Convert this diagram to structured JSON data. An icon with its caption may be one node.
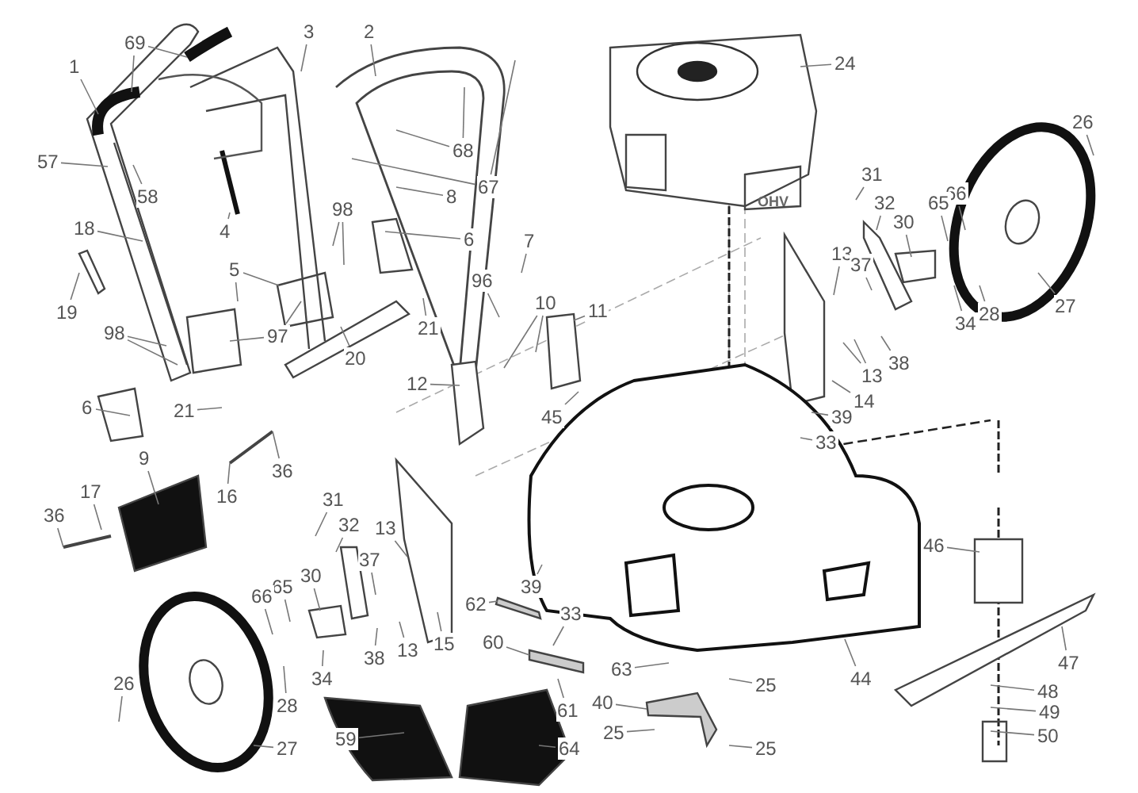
{
  "diagram": {
    "nodes": [
      {
        "text": [
          "1"
        ]
      },
      {
        "text": [
          "69"
        ]
      },
      {
        "text": [
          "3"
        ]
      },
      {
        "text": [
          "2"
        ]
      },
      {
        "text": [
          "24"
        ]
      },
      {
        "text": [
          "26"
        ]
      },
      {
        "text": [
          "57"
        ]
      },
      {
        "text": [
          "68"
        ]
      },
      {
        "text": [
          "67"
        ]
      },
      {
        "text": [
          "58"
        ]
      },
      {
        "text": [
          "8"
        ]
      },
      {
        "text": [
          "31"
        ]
      },
      {
        "text": [
          "66"
        ]
      },
      {
        "text": [
          "32"
        ]
      },
      {
        "text": [
          "65"
        ]
      },
      {
        "text": [
          "98"
        ]
      },
      {
        "text": [
          "30"
        ]
      },
      {
        "text": [
          "18"
        ]
      },
      {
        "text": [
          "4"
        ]
      },
      {
        "text": [
          "6"
        ]
      },
      {
        "text": [
          "7"
        ]
      },
      {
        "text": [
          "13"
        ]
      },
      {
        "text": [
          "37"
        ]
      },
      {
        "text": [
          "5"
        ]
      },
      {
        "text": [
          "96"
        ]
      },
      {
        "text": [
          "10"
        ]
      },
      {
        "text": [
          "27"
        ]
      },
      {
        "text": [
          "11"
        ]
      },
      {
        "text": [
          "19"
        ]
      },
      {
        "text": [
          "28"
        ]
      },
      {
        "text": [
          "34"
        ]
      },
      {
        "text": [
          "21"
        ]
      },
      {
        "text": [
          "98"
        ]
      },
      {
        "text": [
          "97"
        ]
      },
      {
        "text": [
          "20"
        ]
      },
      {
        "text": [
          "38"
        ]
      },
      {
        "text": [
          "13"
        ]
      },
      {
        "text": [
          "12"
        ]
      },
      {
        "text": [
          "14"
        ]
      },
      {
        "text": [
          "6"
        ]
      },
      {
        "text": [
          "21"
        ]
      },
      {
        "text": [
          "45"
        ]
      },
      {
        "text": [
          "39"
        ]
      },
      {
        "text": [
          "33"
        ]
      },
      {
        "text": [
          "9"
        ]
      },
      {
        "text": [
          "36"
        ]
      },
      {
        "text": [
          "17"
        ]
      },
      {
        "text": [
          "16"
        ]
      },
      {
        "text": [
          "31"
        ]
      },
      {
        "text": [
          "36"
        ]
      },
      {
        "text": [
          "32"
        ]
      },
      {
        "text": [
          "13"
        ]
      },
      {
        "text": [
          "46"
        ]
      },
      {
        "text": [
          "37"
        ]
      },
      {
        "text": [
          "30"
        ]
      },
      {
        "text": [
          "39"
        ]
      },
      {
        "text": [
          "65"
        ]
      },
      {
        "text": [
          "66"
        ]
      },
      {
        "text": [
          "62"
        ]
      },
      {
        "text": [
          "33"
        ]
      },
      {
        "text": [
          "60"
        ]
      },
      {
        "text": [
          "15"
        ]
      },
      {
        "text": [
          "13"
        ]
      },
      {
        "text": [
          "38"
        ]
      },
      {
        "text": [
          "47"
        ]
      },
      {
        "text": [
          "63"
        ]
      },
      {
        "text": [
          "34"
        ]
      },
      {
        "text": [
          "44"
        ]
      },
      {
        "text": [
          "26"
        ]
      },
      {
        "text": [
          "25"
        ]
      },
      {
        "text": [
          "48"
        ]
      },
      {
        "text": [
          "40"
        ]
      },
      {
        "text": [
          "28"
        ]
      },
      {
        "text": [
          "61"
        ]
      },
      {
        "text": [
          "49"
        ]
      },
      {
        "text": [
          "25"
        ]
      },
      {
        "text": [
          "50"
        ]
      },
      {
        "text": [
          "59"
        ]
      },
      {
        "text": [
          "27"
        ]
      },
      {
        "text": [
          "64"
        ]
      },
      {
        "text": [
          "25"
        ]
      }
    ],
    "edges": [
      {
        "from": 0,
        "to": null,
        "arrow": "none"
      },
      {
        "from": 1,
        "to": null,
        "arrow": "none"
      },
      {
        "from": 1,
        "to": null,
        "arrow": "none"
      },
      {
        "from": 2,
        "to": null,
        "arrow": "none"
      },
      {
        "from": 3,
        "to": null,
        "arrow": "none"
      },
      {
        "from": 4,
        "to": null,
        "arrow": "none"
      },
      {
        "from": 5,
        "to": null,
        "arrow": "none"
      },
      {
        "from": 6,
        "to": null,
        "arrow": "none"
      },
      {
        "from": 7,
        "to": null,
        "arrow": "none"
      },
      {
        "from": 7,
        "to": null,
        "arrow": "none"
      },
      {
        "from": 8,
        "to": null,
        "arrow": "none"
      },
      {
        "from": 8,
        "to": null,
        "arrow": "none"
      },
      {
        "from": 9,
        "to": null,
        "arrow": "none"
      },
      {
        "from": 10,
        "to": null,
        "arrow": "none"
      },
      {
        "from": 11,
        "to": null,
        "arrow": "none"
      },
      {
        "from": 12,
        "to": null,
        "arrow": "none"
      },
      {
        "from": 13,
        "to": null,
        "arrow": "none"
      },
      {
        "from": 14,
        "to": null,
        "arrow": "none"
      },
      {
        "from": 15,
        "to": null,
        "arrow": "none"
      },
      {
        "from": 15,
        "to": null,
        "arrow": "none"
      },
      {
        "from": 16,
        "to": null,
        "arrow": "none"
      },
      {
        "from": 17,
        "to": null,
        "arrow": "none"
      },
      {
        "from": 18,
        "to": null,
        "arrow": "none"
      },
      {
        "from": 19,
        "to": null,
        "arrow": "none"
      },
      {
        "from": 20,
        "to": null,
        "arrow": "none"
      },
      {
        "from": 21,
        "to": null,
        "arrow": "none"
      },
      {
        "from": 22,
        "to": null,
        "arrow": "none"
      },
      {
        "from": 23,
        "to": null,
        "arrow": "none"
      },
      {
        "from": 23,
        "to": null,
        "arrow": "none"
      },
      {
        "from": 24,
        "to": null,
        "arrow": "none"
      },
      {
        "from": 25,
        "to": null,
        "arrow": "none"
      },
      {
        "from": 25,
        "to": null,
        "arrow": "none"
      },
      {
        "from": 26,
        "to": null,
        "arrow": "none"
      },
      {
        "from": 27,
        "to": null,
        "arrow": "none"
      },
      {
        "from": 28,
        "to": null,
        "arrow": "none"
      },
      {
        "from": 29,
        "to": null,
        "arrow": "none"
      },
      {
        "from": 30,
        "to": null,
        "arrow": "none"
      },
      {
        "from": 31,
        "to": null,
        "arrow": "none"
      },
      {
        "from": 32,
        "to": null,
        "arrow": "none"
      },
      {
        "from": 32,
        "to": null,
        "arrow": "none"
      },
      {
        "from": 33,
        "to": null,
        "arrow": "none"
      },
      {
        "from": 33,
        "to": null,
        "arrow": "none"
      },
      {
        "from": 34,
        "to": null,
        "arrow": "none"
      },
      {
        "from": 35,
        "to": null,
        "arrow": "none"
      },
      {
        "from": 36,
        "to": null,
        "arrow": "none"
      },
      {
        "from": 36,
        "to": null,
        "arrow": "none"
      },
      {
        "from": 37,
        "to": null,
        "arrow": "none"
      },
      {
        "from": 38,
        "to": null,
        "arrow": "none"
      },
      {
        "from": 39,
        "to": null,
        "arrow": "none"
      },
      {
        "from": 40,
        "to": null,
        "arrow": "none"
      },
      {
        "from": 41,
        "to": null,
        "arrow": "none"
      },
      {
        "from": 42,
        "to": null,
        "arrow": "none"
      },
      {
        "from": 43,
        "to": null,
        "arrow": "none"
      },
      {
        "from": 44,
        "to": null,
        "arrow": "none"
      },
      {
        "from": 45,
        "to": null,
        "arrow": "none"
      },
      {
        "from": 46,
        "to": null,
        "arrow": "none"
      },
      {
        "from": 47,
        "to": null,
        "arrow": "none"
      },
      {
        "from": 48,
        "to": null,
        "arrow": "none"
      },
      {
        "from": 49,
        "to": null,
        "arrow": "none"
      },
      {
        "from": 50,
        "to": null,
        "arrow": "none"
      },
      {
        "from": 51,
        "to": null,
        "arrow": "none"
      },
      {
        "from": 52,
        "to": null,
        "arrow": "none"
      },
      {
        "from": 53,
        "to": null,
        "arrow": "none"
      },
      {
        "from": 54,
        "to": null,
        "arrow": "none"
      },
      {
        "from": 55,
        "to": null,
        "arrow": "none"
      },
      {
        "from": 56,
        "to": null,
        "arrow": "none"
      },
      {
        "from": 57,
        "to": null,
        "arrow": "none"
      },
      {
        "from": 58,
        "to": null,
        "arrow": "none"
      },
      {
        "from": 59,
        "to": null,
        "arrow": "none"
      },
      {
        "from": 60,
        "to": null,
        "arrow": "none"
      },
      {
        "from": 61,
        "to": null,
        "arrow": "none"
      },
      {
        "from": 62,
        "to": null,
        "arrow": "none"
      },
      {
        "from": 63,
        "to": null,
        "arrow": "none"
      },
      {
        "from": 64,
        "to": null,
        "arrow": "none"
      },
      {
        "from": 65,
        "to": null,
        "arrow": "none"
      },
      {
        "from": 66,
        "to": null,
        "arrow": "none"
      },
      {
        "from": 67,
        "to": null,
        "arrow": "none"
      },
      {
        "from": 68,
        "to": null,
        "arrow": "none"
      },
      {
        "from": 69,
        "to": null,
        "arrow": "none"
      },
      {
        "from": 70,
        "to": null,
        "arrow": "none"
      },
      {
        "from": 71,
        "to": null,
        "arrow": "none"
      },
      {
        "from": 72,
        "to": null,
        "arrow": "none"
      },
      {
        "from": 73,
        "to": null,
        "arrow": "none"
      },
      {
        "from": 74,
        "to": null,
        "arrow": "none"
      },
      {
        "from": 75,
        "to": null,
        "arrow": "none"
      },
      {
        "from": 76,
        "to": null,
        "arrow": "none"
      },
      {
        "from": 77,
        "to": null,
        "arrow": "none"
      },
      {
        "from": 78,
        "to": null,
        "arrow": "none"
      },
      {
        "from": 79,
        "to": null,
        "arrow": "none"
      },
      {
        "from": 80,
        "to": null,
        "arrow": "none"
      }
    ],
    "labels": [
      "OHV"
    ]
  }
}
